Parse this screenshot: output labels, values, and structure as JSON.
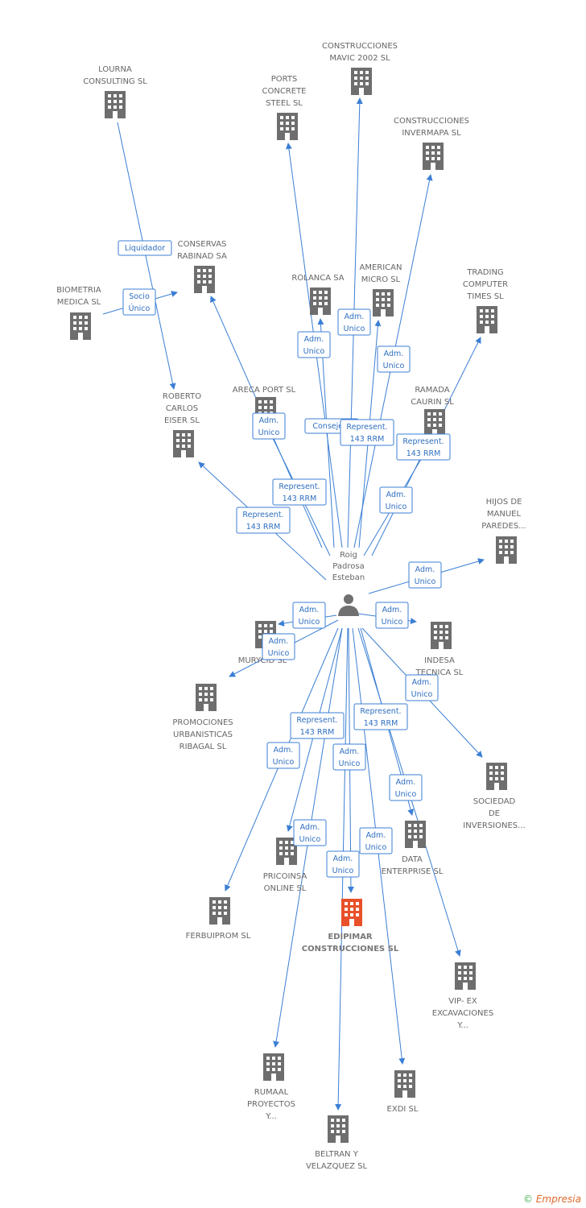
{
  "center": {
    "label_lines": [
      "Roig",
      "Padrosa",
      "Esteban"
    ],
    "icon": "person-icon"
  },
  "nodes": [
    {
      "id": "lourna",
      "label_lines": [
        "LOURNA",
        "CONSULTING SL"
      ],
      "icon": "building-icon"
    },
    {
      "id": "mavic",
      "label_lines": [
        "CONSTRUCCIONES",
        "MAVIC 2002 SL"
      ],
      "icon": "building-icon"
    },
    {
      "id": "ports",
      "label_lines": [
        "PORTS",
        "CONCRETE",
        "STEEL SL"
      ],
      "icon": "building-icon"
    },
    {
      "id": "invermapa",
      "label_lines": [
        "CONSTRUCCIONES",
        "INVERMAPA SL"
      ],
      "icon": "building-icon"
    },
    {
      "id": "conservas",
      "label_lines": [
        "CONSERVAS",
        "RABINAD SA"
      ],
      "icon": "building-icon"
    },
    {
      "id": "biometria",
      "label_lines": [
        "BIOMETRIA",
        "MEDICA SL"
      ],
      "icon": "building-icon"
    },
    {
      "id": "rolanca",
      "label_lines": [
        "ROLANCA SA"
      ],
      "icon": "building-icon"
    },
    {
      "id": "american",
      "label_lines": [
        "AMERICAN",
        "MICRO SL"
      ],
      "icon": "building-icon"
    },
    {
      "id": "trading",
      "label_lines": [
        "TRADING",
        "COMPUTER",
        "TIMES SL"
      ],
      "icon": "building-icon"
    },
    {
      "id": "roberto",
      "label_lines": [
        "ROBERTO",
        "CARLOS",
        "EISER SL"
      ],
      "icon": "building-icon"
    },
    {
      "id": "areca",
      "label_lines": [
        "ARECA PORT SL"
      ],
      "icon": "building-icon"
    },
    {
      "id": "ramada",
      "label_lines": [
        "RAMADA",
        "CAURIN SL"
      ],
      "icon": "building-icon"
    },
    {
      "id": "hijos",
      "label_lines": [
        "HIJOS DE",
        "MANUEL",
        "PAREDES..."
      ],
      "icon": "building-icon"
    },
    {
      "id": "murycid",
      "label_lines": [
        "MURYCID SL"
      ],
      "icon": "building-icon"
    },
    {
      "id": "indesa",
      "label_lines": [
        "INDESA",
        "TECNICA SL"
      ],
      "icon": "building-icon"
    },
    {
      "id": "promociones",
      "label_lines": [
        "PROMOCIONES",
        "URBANISTICAS",
        "RIBAGAL SL"
      ],
      "icon": "building-icon"
    },
    {
      "id": "sociedad",
      "label_lines": [
        "SOCIEDAD",
        "DE",
        "INVERSIONES..."
      ],
      "icon": "building-icon"
    },
    {
      "id": "data",
      "label_lines": [
        "DATA",
        "ENTERPRISE SL"
      ],
      "icon": "building-icon"
    },
    {
      "id": "pricoinsa",
      "label_lines": [
        "PRICOINSA",
        "ONLINE SL"
      ],
      "icon": "building-icon"
    },
    {
      "id": "ferbuiprom",
      "label_lines": [
        "FERBUIPROM SL"
      ],
      "icon": "building-icon"
    },
    {
      "id": "edipimar",
      "label_lines": [
        "EDIPIMAR",
        "CONSTRUCCIONES SL"
      ],
      "icon": "building-icon",
      "main": true
    },
    {
      "id": "vipex",
      "label_lines": [
        "VIP- EX",
        "EXCAVACIONES",
        "Y..."
      ],
      "icon": "building-icon"
    },
    {
      "id": "rumaal",
      "label_lines": [
        "RUMAAL",
        "PROYECTOS",
        "Y..."
      ],
      "icon": "building-icon"
    },
    {
      "id": "exdi",
      "label_lines": [
        "EXDI SL"
      ],
      "icon": "building-icon"
    },
    {
      "id": "beltran",
      "label_lines": [
        "BELTRAN Y",
        "VELAZQUEZ SL"
      ],
      "icon": "building-icon"
    }
  ],
  "edge_labels": [
    {
      "id": "e-liquidador",
      "lines": [
        "Liquidador"
      ]
    },
    {
      "id": "e-socio",
      "lines": [
        "Socio",
        "Único"
      ]
    },
    {
      "id": "e-rolanca",
      "lines": [
        "Adm.",
        "Unico"
      ]
    },
    {
      "id": "e-mavic",
      "lines": [
        "Adm.",
        "Unico"
      ]
    },
    {
      "id": "e-american",
      "lines": [
        "Adm.",
        "Unico"
      ]
    },
    {
      "id": "e-areca",
      "lines": [
        "Adm.",
        "Unico"
      ]
    },
    {
      "id": "e-consejero",
      "lines": [
        "Consejero"
      ]
    },
    {
      "id": "e-ramada-a",
      "lines": [
        "Represent.",
        "143 RRM"
      ]
    },
    {
      "id": "e-ramada-b",
      "lines": [
        "Represent.",
        "143 RRM"
      ]
    },
    {
      "id": "e-conservas",
      "lines": [
        "Represent.",
        "143 RRM"
      ]
    },
    {
      "id": "e-roberto",
      "lines": [
        "Represent.",
        "143 RRM"
      ]
    },
    {
      "id": "e-ramada-adm",
      "lines": [
        "Adm.",
        "Unico"
      ]
    },
    {
      "id": "e-hijos",
      "lines": [
        "Adm.",
        "Unico"
      ]
    },
    {
      "id": "e-murycid-a",
      "lines": [
        "Adm.",
        "Unico"
      ]
    },
    {
      "id": "e-murycid-b",
      "lines": [
        "Adm.",
        "Unico"
      ]
    },
    {
      "id": "e-indesa",
      "lines": [
        "Adm.",
        "Unico"
      ]
    },
    {
      "id": "e-sociedad",
      "lines": [
        "Adm.",
        "Unico"
      ]
    },
    {
      "id": "e-rep-left",
      "lines": [
        "Represent.",
        "143 RRM"
      ]
    },
    {
      "id": "e-rep-right",
      "lines": [
        "Represent.",
        "143 RRM"
      ]
    },
    {
      "id": "e-ferbuiprom",
      "lines": [
        "Adm.",
        "Unico"
      ]
    },
    {
      "id": "e-mid",
      "lines": [
        "Adm.",
        "Unico"
      ]
    },
    {
      "id": "e-data",
      "lines": [
        "Adm.",
        "Unico"
      ]
    },
    {
      "id": "e-pricoinsa",
      "lines": [
        "Adm.",
        "Unico"
      ]
    },
    {
      "id": "e-exdi",
      "lines": [
        "Adm.",
        "Unico"
      ]
    },
    {
      "id": "e-edipimar",
      "lines": [
        "Adm.",
        "Unico"
      ]
    }
  ],
  "colors": {
    "edge": "#3b7fd4",
    "building": "#6e6e6e",
    "building_main": "#e8502a",
    "person": "#707070"
  },
  "footer": {
    "copyright": "©",
    "brand": "Empresia"
  }
}
